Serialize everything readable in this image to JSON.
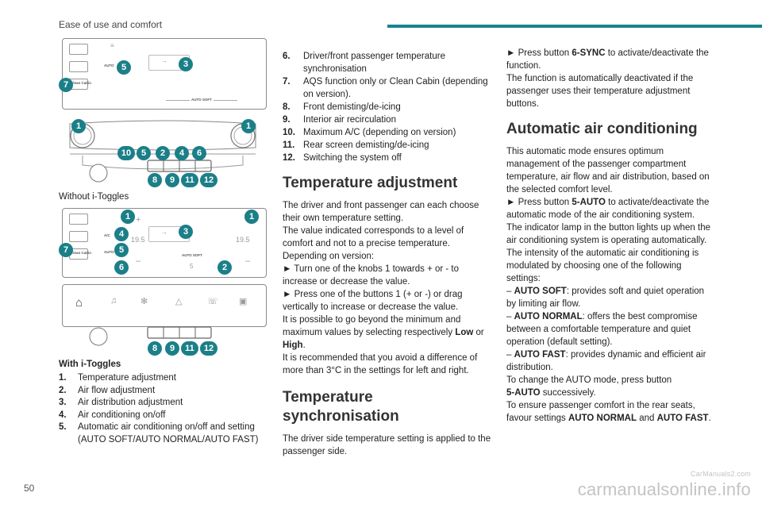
{
  "header": {
    "section_title": "Ease of use and comfort",
    "accent_color": "#16848f"
  },
  "footer": {
    "page_number": "50",
    "watermark": "carmanualsonline.info",
    "watermark_small": "CarManuals2.com"
  },
  "figures": {
    "panel_labels": {
      "clean_cabin": "Clean Cabin",
      "auto": "AUTO",
      "ac": "A/C",
      "auto_soft": "AUTO SOFT",
      "temp_left": "19.5",
      "temp_right": "19.5",
      "fan_level": "5",
      "plus": "+",
      "minus": "–"
    },
    "callouts": {
      "fig1": [
        "7",
        "5",
        "3"
      ],
      "fig2": [
        "1",
        "1",
        "10",
        "5",
        "2",
        "4",
        "6",
        "8",
        "9",
        "11",
        "12"
      ],
      "fig3": [
        "1",
        "1",
        "4",
        "3",
        "7",
        "5",
        "6",
        "2"
      ],
      "fig4": [
        "8",
        "9",
        "11",
        "12"
      ]
    },
    "caption_without": "Without i-Toggles",
    "caption_with": "With i-Toggles"
  },
  "legend_col1": [
    {
      "n": "1.",
      "t": "Temperature adjustment"
    },
    {
      "n": "2.",
      "t": "Air flow adjustment"
    },
    {
      "n": "3.",
      "t": "Air distribution adjustment"
    },
    {
      "n": "4.",
      "t": "Air conditioning on/off"
    },
    {
      "n": "5.",
      "t": "Automatic air conditioning on/off and setting (AUTO SOFT/AUTO NORMAL/AUTO FAST)"
    }
  ],
  "legend_col2": [
    {
      "n": "6.",
      "t": "Driver/front passenger temperature synchronisation"
    },
    {
      "n": "7.",
      "t": "AQS function only or Clean Cabin (depending on version)."
    },
    {
      "n": "8.",
      "t": "Front demisting/de-icing"
    },
    {
      "n": "9.",
      "t": "Interior air recirculation"
    },
    {
      "n": "10.",
      "t": "Maximum A/C (depending on version)"
    },
    {
      "n": "11.",
      "t": "Rear screen demisting/de-icing"
    },
    {
      "n": "12.",
      "t": "Switching the system off"
    }
  ],
  "temperature_adjustment": {
    "heading": "Temperature adjustment",
    "p1": "The driver and front passenger can each choose their own temperature setting.",
    "p2": "The value indicated corresponds to a level of comfort and not to a precise temperature.",
    "p3": "Depending on version:",
    "p4": "► Turn one of the knobs 1 towards + or - to increase or decrease the value.",
    "p5": "► Press one of the buttons 1 (+ or -) or drag vertically to increase or decrease the value.",
    "p6a": "It is possible to go beyond the minimum and maximum values by selecting respectively ",
    "low": "Low",
    "or": " or ",
    "high": "High",
    "dot": ".",
    "p7": "It is recommended that you avoid a difference of more than 3°C in the settings for left and right."
  },
  "temperature_sync": {
    "heading_line1": "Temperature",
    "heading_line2": "synchronisation",
    "p1": "The driver side temperature setting is applied to the passenger side."
  },
  "sync_cont": {
    "p1a": "► Press button ",
    "p1b": "6-SYNC",
    "p1c": " to activate/deactivate the function.",
    "p2": "The function is automatically deactivated if the passenger uses their temperature adjustment buttons."
  },
  "automatic_ac": {
    "heading": "Automatic air conditioning",
    "p1": "This automatic mode ensures optimum management of the passenger compartment temperature, air flow and air distribution, based on the selected comfort level.",
    "p2a": "► Press button ",
    "p2b": "5-AUTO",
    "p2c": " to activate/deactivate the automatic mode of the air conditioning system.",
    "p3": "The indicator lamp in the button lights up when the air conditioning system is operating automatically.",
    "p4": "The intensity of the automatic air conditioning is modulated by choosing one of the following settings:",
    "s1a": "–  ",
    "s1b": "AUTO SOFT",
    "s1c": ": provides soft and quiet operation by limiting air flow.",
    "s2a": "–  ",
    "s2b": "AUTO NORMAL",
    "s2c": ": offers the best compromise between a comfortable temperature and quiet operation (default setting).",
    "s3a": "–  ",
    "s3b": "AUTO FAST",
    "s3c": ": provides dynamic and efficient air distribution.",
    "p5": "To change the AUTO mode, press button",
    "p5b": "5-AUTO",
    "p5c": " successively.",
    "p6a": "To ensure passenger comfort in the rear seats, favour settings ",
    "p6b": "AUTO NORMAL",
    "p6c": " and ",
    "p6d": "AUTO FAST",
    "p6e": "."
  }
}
